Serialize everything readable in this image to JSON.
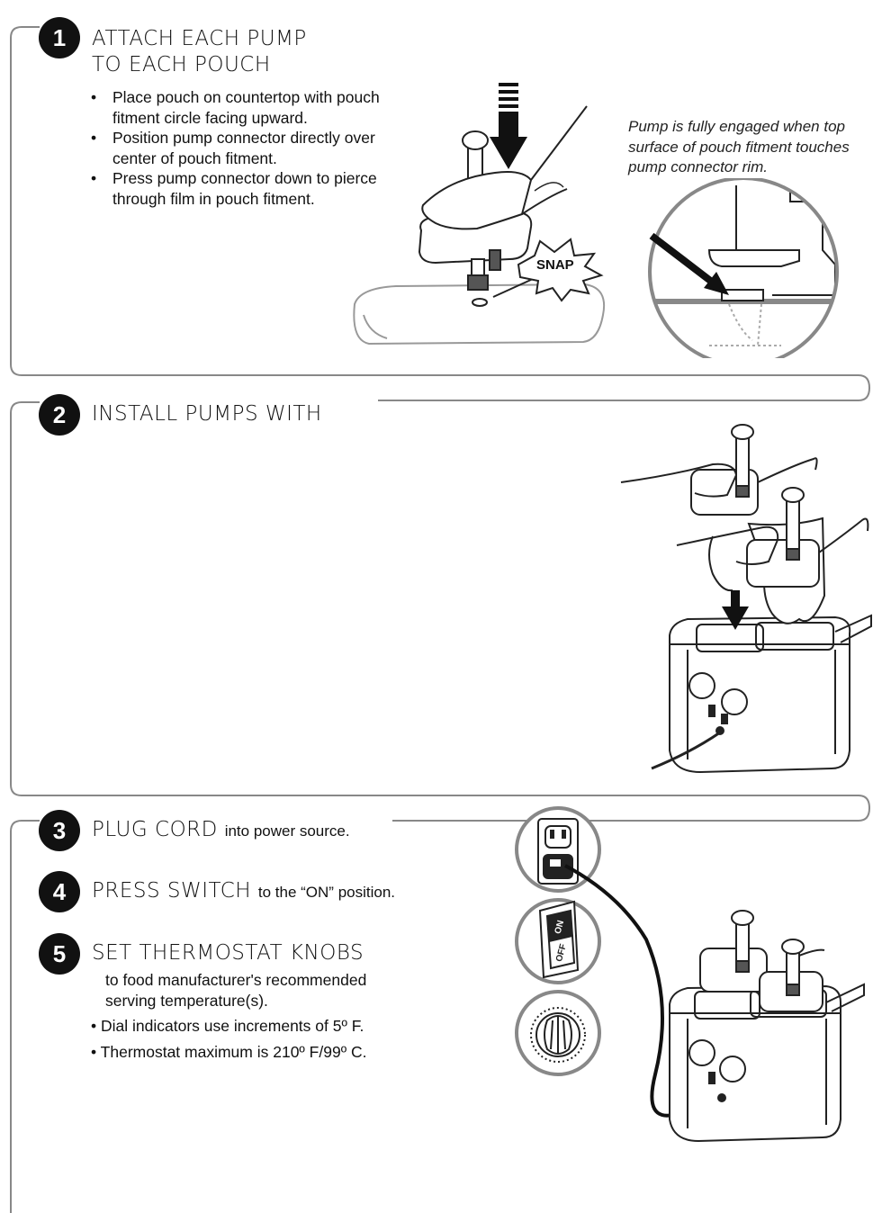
{
  "step1": {
    "number": "1",
    "title_line1": "ATTACH EACH PUMP",
    "title_line2": "TO EACH POUCH",
    "bullets": [
      "Place pouch on countertop with pouch fitment circle facing upward.",
      "Position pump connector directly over center of pouch fitment.",
      "Press pump connector down to pierce through film in pouch fitment."
    ],
    "snap_label": "SNAP",
    "note": "Pump is fully engaged when top surface of pouch fitment touches pump connector rim."
  },
  "step2": {
    "number": "2",
    "title": "INSTALL PUMPS WITH"
  },
  "step3": {
    "number": "3",
    "title": "PLUG CORD",
    "subtitle": "into power source."
  },
  "step4": {
    "number": "4",
    "title": "PRESS SWITCH",
    "subtitle": "to the “ON” position."
  },
  "step5": {
    "number": "5",
    "title": "SET THERMOSTAT KNOBS",
    "desc": "to food manufacturer's recommended serving temperature(s).",
    "bullets": [
      "• Dial indicators use increments of 5º F.",
      "• Thermostat maximum is 210º F/99º C."
    ],
    "switch_on_label": "ON",
    "switch_off_label": "OFF"
  }
}
